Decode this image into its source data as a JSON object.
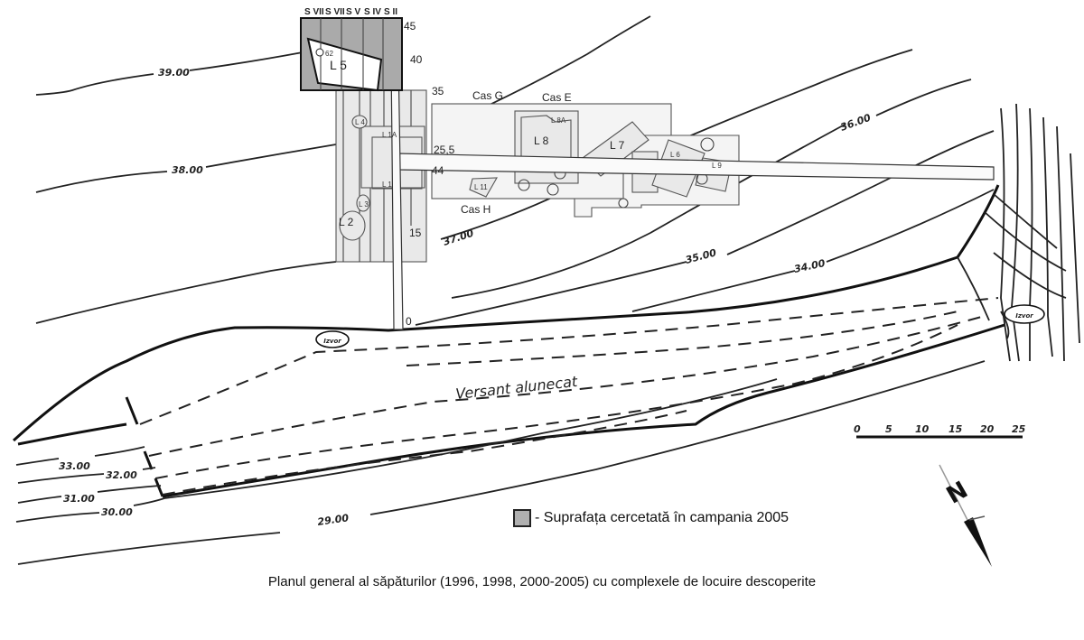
{
  "caption": "Planul general al săpăturilor (1996, 1998, 2000-2005) cu complexele de locuire descoperite",
  "legend": {
    "swatch_color": "#b0b0b0",
    "label": "- Suprafața cercetată în campania 2005"
  },
  "sections": [
    "S VII",
    "S VII",
    "S V",
    "S IV",
    "S II"
  ],
  "trench_marks": {
    "m45": "45",
    "m40": "40",
    "m35": "35",
    "m25_5": "25,5",
    "m44": "44",
    "m15": "15",
    "m0": "0"
  },
  "houses": {
    "cas_g": "Cas G",
    "cas_e": "Cas E",
    "cas_h": "Cas H"
  },
  "dwellings": {
    "l5": "L 5",
    "l1a": "L 1A",
    "l1": "L 1",
    "l4": "L 4",
    "l2": "L 2",
    "l3": "L 3",
    "l8": "L 8",
    "l8a": "L 8A",
    "l7": "L 7",
    "l6": "L 6",
    "l9": "L 9",
    "l11": "L 11",
    "p62": "62"
  },
  "contours": {
    "c39": "39.00",
    "c38": "38.00",
    "c37": "37.00",
    "c36": "36.00",
    "c35": "35.00",
    "c34": "34.00",
    "c33": "33.00",
    "c32": "32.00",
    "c31": "31.00",
    "c30": "30.00",
    "c29": "29.00"
  },
  "slope_label": "Versant alunecat",
  "springs": [
    "Izvor",
    "Izvor"
  ],
  "scale_bar": [
    "0",
    "5",
    "10",
    "15",
    "20",
    "25"
  ],
  "north_label": "N"
}
